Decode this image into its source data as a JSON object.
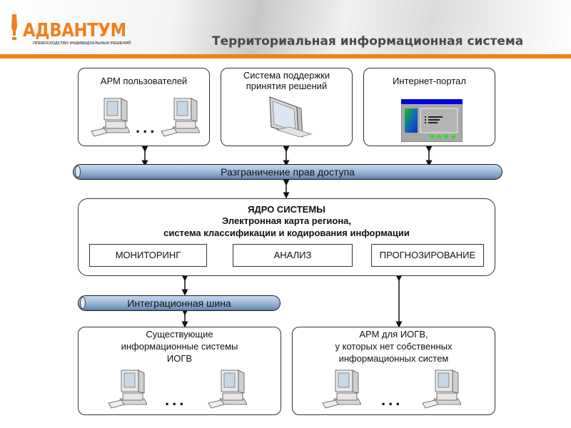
{
  "header": {
    "logo": {
      "name": "АДВАНТУМ",
      "tagline": "ПРЕВОСХОДСТВО ИНДИВИДУАЛЬНЫХ РЕШЕНИЙ"
    },
    "title": "Территориальная информационная система",
    "accent_color": "#f0801e"
  },
  "top_boxes": [
    {
      "label": "АРМ пользователей",
      "icon": "desktop-computer-icon",
      "ellipsis": "..."
    },
    {
      "label": "Система поддержки принятия решений",
      "icon": "monitor-icon"
    },
    {
      "label": "Интернет-портал",
      "icon": "web-portal-icon"
    }
  ],
  "access_bus": {
    "label": "Разграничение прав доступа",
    "color": "#8eadd2"
  },
  "core": {
    "title": "ЯДРО СИСТЕМЫ",
    "subtitle_line1": "Электронная карта региона,",
    "subtitle_line2": "система классификации и кодирования информации",
    "modules": [
      "МОНИТОРИНГ",
      "АНАЛИЗ",
      "ПРОГНОЗИРОВАНИЕ"
    ]
  },
  "integration_bus": {
    "label": "Интеграционная шина"
  },
  "bottom_boxes": [
    {
      "line1": "Существующие",
      "line2": "информационные системы",
      "line3": "ИОГВ",
      "ellipsis": "..."
    },
    {
      "line1": "АРМ для ИОГВ,",
      "line2": "у которых нет собственных",
      "line3": "информационных систем",
      "ellipsis": "..."
    }
  ]
}
